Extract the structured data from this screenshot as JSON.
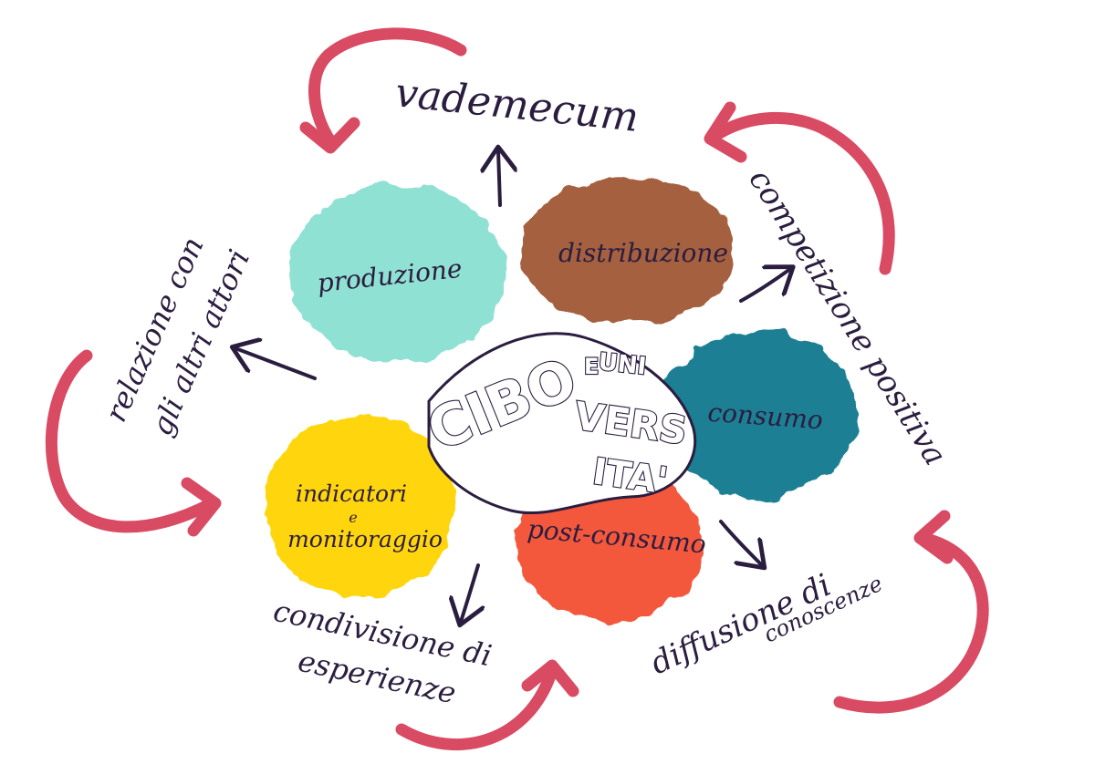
{
  "colors": {
    "ink": "#2b1d3f",
    "red_arrow": "#d94a63",
    "produzione": "#8fe1d3",
    "distribuzione": "#a5613f",
    "consumo": "#1e7f94",
    "post_consumo": "#f3593c",
    "indicatori": "#ffd60a"
  },
  "center_logo": {
    "part1": "CIBO",
    "part2": "E",
    "part3": "UNI",
    "part4": "VERS",
    "part5": "ITA'"
  },
  "blobs": {
    "produzione": "produzione",
    "distribuzione": "distribuzione",
    "consumo": "consumo",
    "post_consumo": "post-consumo",
    "indicatori_line1": "indicatori",
    "indicatori_line2": "e",
    "indicatori_line3": "monitoraggio"
  },
  "outer_labels": {
    "vademecum": "vademecum",
    "competizione": "competizione positiva",
    "relazione_line1": "relazione con",
    "relazione_line2": "gli altri attori",
    "condivisione_line1": "condivisione di",
    "condivisione_line2": "esperienze",
    "diffusione_line1": "diffusione di",
    "diffusione_line2": "conoscenze"
  }
}
